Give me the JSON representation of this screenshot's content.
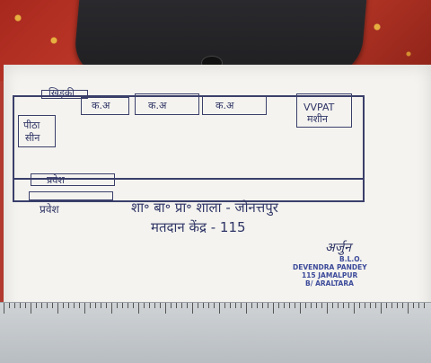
{
  "photo": {
    "map_labels": {
      "top_left_room": "खिड़की",
      "room_1": "क.अ",
      "room_2": "क.अ",
      "room_3": "क.अ",
      "room_4": "VVPAT",
      "room_4b": "मशीन",
      "left_box_1": "पीठा",
      "left_box_2": "सीन",
      "mid_box": "प्रवेश",
      "entrance": "प्रवेश"
    },
    "title_line_1": "शा॰ बा॰ प्रा॰ शाला - जोनत्तपुर",
    "title_line_2": "मतदान केंद्र - 115",
    "signature": "अर्जुन",
    "stamp_lines": [
      "B.L.O.",
      "DEVENDRA PANDEY",
      "115 JAMALPUR",
      "B/ ARALTARA"
    ]
  }
}
